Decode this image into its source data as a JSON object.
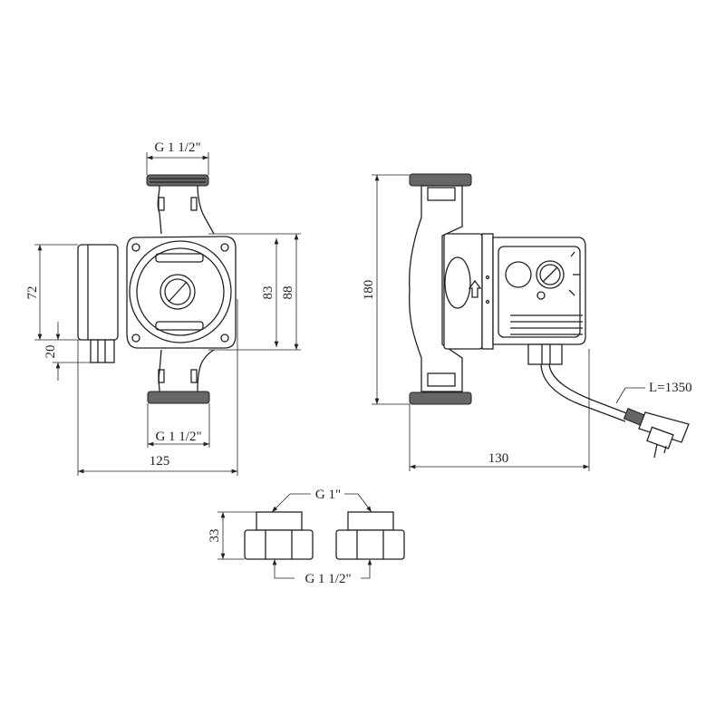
{
  "front_view": {
    "thread_top_label": "G 1 1/2\"",
    "thread_bottom_label": "G 1 1/2\"",
    "dim_motor_height": "72",
    "dim_terminal": "20",
    "dim_flange_inner": "83",
    "dim_flange_outer": "88",
    "dim_width": "125"
  },
  "side_view": {
    "dim_height": "180",
    "dim_depth": "130",
    "cable_length": "L=1350"
  },
  "fittings": {
    "inner_thread_label": "G 1\"",
    "outer_thread_label": "G 1 1/2\"",
    "dim_height": "33"
  }
}
